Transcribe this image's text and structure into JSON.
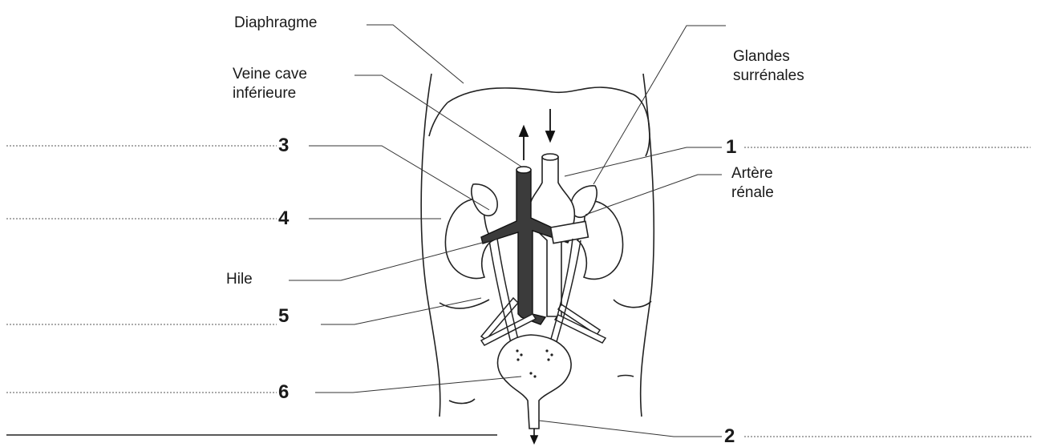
{
  "labels": {
    "diaphragme": "Diaphragme",
    "veine_cave_l1": "Veine cave",
    "veine_cave_l2": "inférieure",
    "glandes_l1": "Glandes",
    "glandes_l2": "surrénales",
    "artere_l1": "Artère",
    "artere_l2": "rénale",
    "hile": "Hile"
  },
  "numbers": {
    "n1": "1",
    "n2": "2",
    "n3": "3",
    "n4": "4",
    "n5": "5",
    "n6": "6"
  }
}
